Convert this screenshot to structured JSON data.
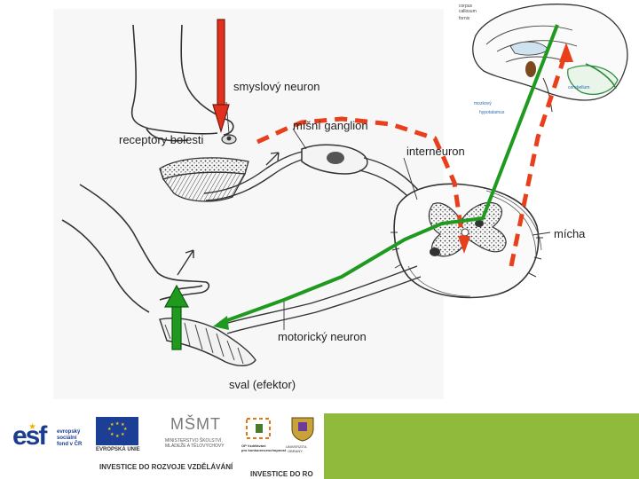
{
  "labels": {
    "sensory_neuron": "smyslový neuron",
    "pain_receptors": "receptory bolesti",
    "spinal_ganglion": "míšní ganglion",
    "interneuron": "interneuron",
    "spinal_cord": "mícha",
    "motor_neuron": "motorický neuron",
    "muscle_effector": "sval (efektor)"
  },
  "brain_inset": {
    "label_top_1": "corpus",
    "label_top_2": "callosum",
    "label_top_3": "fornix",
    "label_bottom_1": "mozkový",
    "label_bottom_2": "hypotalamus",
    "label_right": "cerebellum"
  },
  "footer": {
    "esf_name": "esf",
    "esf_caption_1": "evropský",
    "esf_caption_2": "sociální",
    "esf_caption_3": "fond v ČR",
    "eu_caption": "EVROPSKÁ UNIE",
    "msmt_name": "MŠMT",
    "msmt_caption_1": "MINISTERSTVO ŠKOLSTVÍ,",
    "msmt_caption_2": "MLÁDEŽE A TĚLOVÝCHOVY",
    "op_caption_1": "OP Vzdělávání",
    "op_caption_2": "pro konkurenceschopnost",
    "uni_caption_1": "UNIVERZITA",
    "uni_caption_2": "OBRANY",
    "tagline": "INVESTICE DO ROZVOJE VZDĚLÁVÁNÍ",
    "tagline_cut": "INVESTICE DO RO"
  },
  "colors": {
    "green_path": "#1f9a1f",
    "red_arrow": "#e0301e",
    "dashed_red": "#e8401c",
    "footer_green": "#8fba3c",
    "line_ink": "#333333"
  }
}
